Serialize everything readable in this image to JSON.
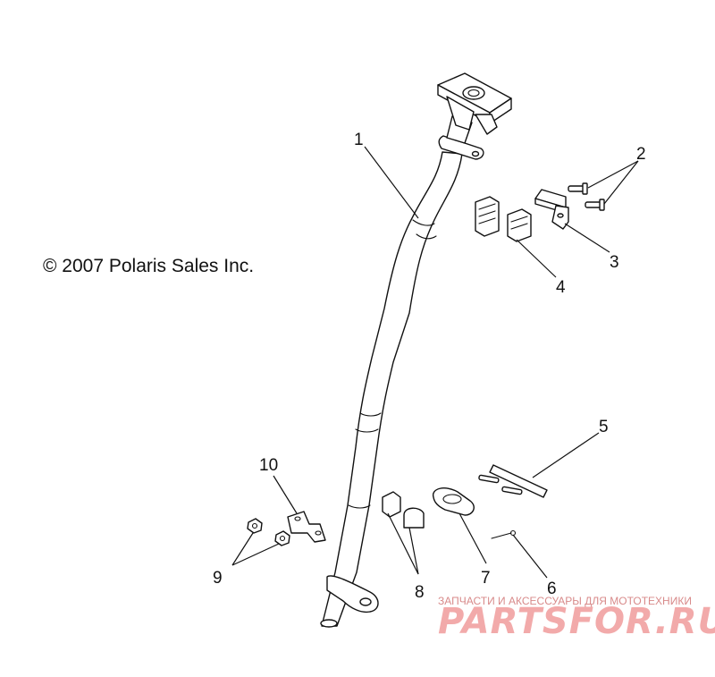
{
  "copyright": "© 2007 Polaris Sales Inc.",
  "callouts": [
    "1",
    "2",
    "3",
    "4",
    "5",
    "6",
    "7",
    "8",
    "9",
    "10"
  ],
  "watermark": {
    "subtitle": "ЗАПЧАСТИ И АКСЕССУАРЫ ДЛЯ МОТОТЕХНИКИ",
    "logo": "PARTSFOR.RU",
    "color": "#f2aaaa"
  }
}
